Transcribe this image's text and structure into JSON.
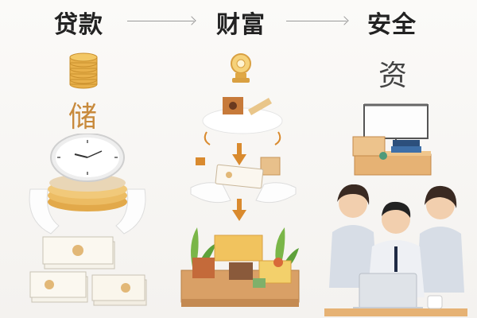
{
  "header": {
    "step1": "贷款",
    "step2": "财富",
    "step3": "安全"
  },
  "labels": {
    "savings_char": "储",
    "capital_char": "资"
  },
  "colors": {
    "gold": "#e8b04a",
    "wood": "#d9a066",
    "orange_arrow": "#d98a2e",
    "text": "#222222"
  }
}
